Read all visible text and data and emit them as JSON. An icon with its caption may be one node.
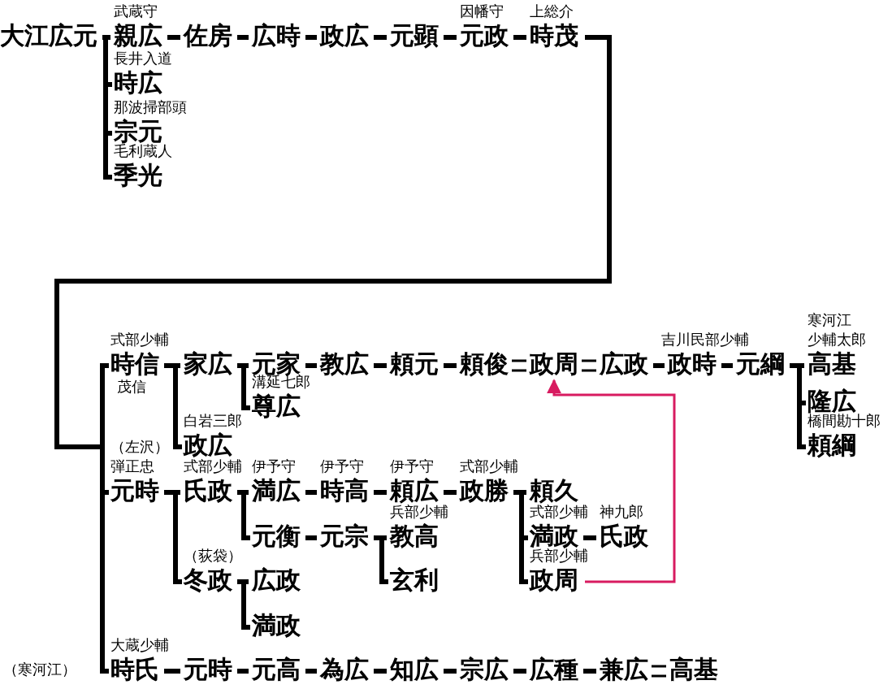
{
  "diagram": {
    "nodes": [
      {
        "text": [
          "大江広元"
        ]
      },
      {
        "text": [
          "親広"
        ],
        "beside": [
          "武蔵守"
        ]
      },
      {
        "text": [
          "佐房"
        ]
      },
      {
        "text": [
          "広時"
        ]
      },
      {
        "text": [
          "政広"
        ]
      },
      {
        "text": [
          "元顕"
        ]
      },
      {
        "text": [
          "元政"
        ],
        "beside": [
          "因幡守"
        ]
      },
      {
        "text": [
          "時茂"
        ],
        "beside": [
          "上総介"
        ]
      },
      {
        "text": [
          "時広"
        ],
        "beside": [
          "長井入道"
        ]
      },
      {
        "text": [
          "宗元"
        ],
        "beside": [
          "那波掃部頭"
        ]
      },
      {
        "text": [
          "季光"
        ],
        "beside": [
          "毛利蔵人"
        ]
      },
      {
        "text": [
          "時信"
        ],
        "beside": [
          "式部少輔",
          "茂信"
        ]
      },
      {
        "text": [
          "家広"
        ]
      },
      {
        "text": [
          "元家"
        ]
      },
      {
        "text": [
          "教広"
        ]
      },
      {
        "text": [
          "頼元"
        ]
      },
      {
        "text": [
          "頼俊"
        ]
      },
      {
        "text": [
          "政周"
        ]
      },
      {
        "text": [
          "広政"
        ]
      },
      {
        "text": [
          "政時"
        ]
      },
      {
        "text": [
          "元綱"
        ],
        "beside": [
          "吉川民部少輔"
        ]
      },
      {
        "text": [
          "高基"
        ],
        "beside": [
          "寒河江",
          "少輔太郎"
        ]
      },
      {
        "text": [
          "尊広"
        ],
        "beside": [
          "溝延七郎"
        ]
      },
      {
        "text": [
          "政広"
        ],
        "beside": [
          "白岩三郎"
        ]
      },
      {
        "text": [
          "隆広"
        ]
      },
      {
        "text": [
          "頼綱"
        ],
        "beside": [
          "橋間勘十郎"
        ]
      },
      {
        "text": [
          "元時"
        ],
        "beside": [
          "（左沢）",
          "弾正忠"
        ]
      },
      {
        "text": [
          "氏政"
        ],
        "beside": [
          "式部少輔"
        ]
      },
      {
        "text": [
          "満広"
        ],
        "beside": [
          "伊予守"
        ]
      },
      {
        "text": [
          "時高"
        ],
        "beside": [
          "伊予守"
        ]
      },
      {
        "text": [
          "頼広"
        ],
        "beside": [
          "伊予守"
        ]
      },
      {
        "text": [
          "政勝"
        ],
        "beside": [
          "式部少輔"
        ]
      },
      {
        "text": [
          "頼久"
        ]
      },
      {
        "text": [
          "満政"
        ],
        "beside": [
          "式部少輔"
        ]
      },
      {
        "text": [
          "氏政"
        ],
        "beside": [
          "神九郎"
        ]
      },
      {
        "text": [
          "政周"
        ],
        "beside": [
          "兵部少輔"
        ]
      },
      {
        "text": [
          "元衡"
        ]
      },
      {
        "text": [
          "元宗"
        ]
      },
      {
        "text": [
          "教高"
        ],
        "beside": [
          "兵部少輔"
        ]
      },
      {
        "text": [
          "玄利"
        ]
      },
      {
        "text": [
          "冬政"
        ],
        "beside": [
          "（荻袋）"
        ]
      },
      {
        "text": [
          "広政"
        ]
      },
      {
        "text": [
          "満政"
        ]
      },
      {
        "text": [
          "時氏"
        ],
        "beside": [
          "大蔵少輔",
          "（寒河江）"
        ]
      },
      {
        "text": [
          "元時"
        ]
      },
      {
        "text": [
          "元高"
        ]
      },
      {
        "text": [
          "為広"
        ]
      },
      {
        "text": [
          "知広"
        ]
      },
      {
        "text": [
          "宗広"
        ]
      },
      {
        "text": [
          "広種"
        ]
      },
      {
        "text": [
          "兼広"
        ]
      },
      {
        "text": [
          "高基"
        ]
      }
    ],
    "edges": [
      {
        "from": 0,
        "to": 1,
        "arrow": "none"
      },
      {
        "from": 0,
        "to": 8,
        "arrow": "none"
      },
      {
        "from": 0,
        "to": 9,
        "arrow": "none"
      },
      {
        "from": 0,
        "to": 10,
        "arrow": "none"
      },
      {
        "from": 1,
        "to": 2,
        "arrow": "none"
      },
      {
        "from": 2,
        "to": 3,
        "arrow": "none"
      },
      {
        "from": 3,
        "to": 4,
        "arrow": "none"
      },
      {
        "from": 4,
        "to": 5,
        "arrow": "none"
      },
      {
        "from": 5,
        "to": 6,
        "arrow": "none"
      },
      {
        "from": 6,
        "to": 7,
        "arrow": "none"
      },
      {
        "from": 7,
        "to": 11,
        "arrow": "none"
      },
      {
        "from": 7,
        "to": 26,
        "arrow": "none"
      },
      {
        "from": 7,
        "to": 43,
        "arrow": "none"
      },
      {
        "from": 11,
        "to": 12,
        "arrow": "none"
      },
      {
        "from": 11,
        "to": 23,
        "arrow": "none"
      },
      {
        "from": 12,
        "to": 13,
        "arrow": "none"
      },
      {
        "from": 12,
        "to": 22,
        "arrow": "none"
      },
      {
        "from": 13,
        "to": 14,
        "arrow": "none"
      },
      {
        "from": 14,
        "to": 15,
        "arrow": "none"
      },
      {
        "from": 15,
        "to": 16,
        "arrow": "none"
      },
      {
        "from": 16,
        "to": 17,
        "arrow": "none"
      },
      {
        "from": 17,
        "to": 18,
        "arrow": "none"
      },
      {
        "from": 18,
        "to": 19,
        "arrow": "none"
      },
      {
        "from": 19,
        "to": 20,
        "arrow": "none"
      },
      {
        "from": 20,
        "to": 21,
        "arrow": "none"
      },
      {
        "from": 20,
        "to": 24,
        "arrow": "none"
      },
      {
        "from": 20,
        "to": 25,
        "arrow": "none"
      },
      {
        "from": 35,
        "to": 17,
        "arrow": "to",
        "color": "#d81b60"
      },
      {
        "from": 26,
        "to": 27,
        "arrow": "none"
      },
      {
        "from": 27,
        "to": 28,
        "arrow": "none"
      },
      {
        "from": 26,
        "to": 40,
        "arrow": "none"
      },
      {
        "from": 28,
        "to": 29,
        "arrow": "none"
      },
      {
        "from": 27,
        "to": 36,
        "arrow": "none"
      },
      {
        "from": 29,
        "to": 30,
        "arrow": "none"
      },
      {
        "from": 30,
        "to": 31,
        "arrow": "none"
      },
      {
        "from": 31,
        "to": 32,
        "arrow": "none"
      },
      {
        "from": 31,
        "to": 33,
        "arrow": "none"
      },
      {
        "from": 31,
        "to": 35,
        "arrow": "none"
      },
      {
        "from": 33,
        "to": 34,
        "arrow": "none"
      },
      {
        "from": 36,
        "to": 37,
        "arrow": "none"
      },
      {
        "from": 37,
        "to": 38,
        "arrow": "none"
      },
      {
        "from": 37,
        "to": 39,
        "arrow": "none"
      },
      {
        "from": 40,
        "to": 41,
        "arrow": "none"
      },
      {
        "from": 40,
        "to": 42,
        "arrow": "none"
      },
      {
        "from": 43,
        "to": 44,
        "arrow": "none"
      },
      {
        "from": 44,
        "to": 45,
        "arrow": "none"
      },
      {
        "from": 45,
        "to": 46,
        "arrow": "none"
      },
      {
        "from": 46,
        "to": 47,
        "arrow": "none"
      },
      {
        "from": 47,
        "to": 48,
        "arrow": "none"
      },
      {
        "from": 48,
        "to": 49,
        "arrow": "none"
      },
      {
        "from": 49,
        "to": 50,
        "arrow": "none"
      },
      {
        "from": 50,
        "to": 51,
        "arrow": "none"
      }
    ]
  }
}
